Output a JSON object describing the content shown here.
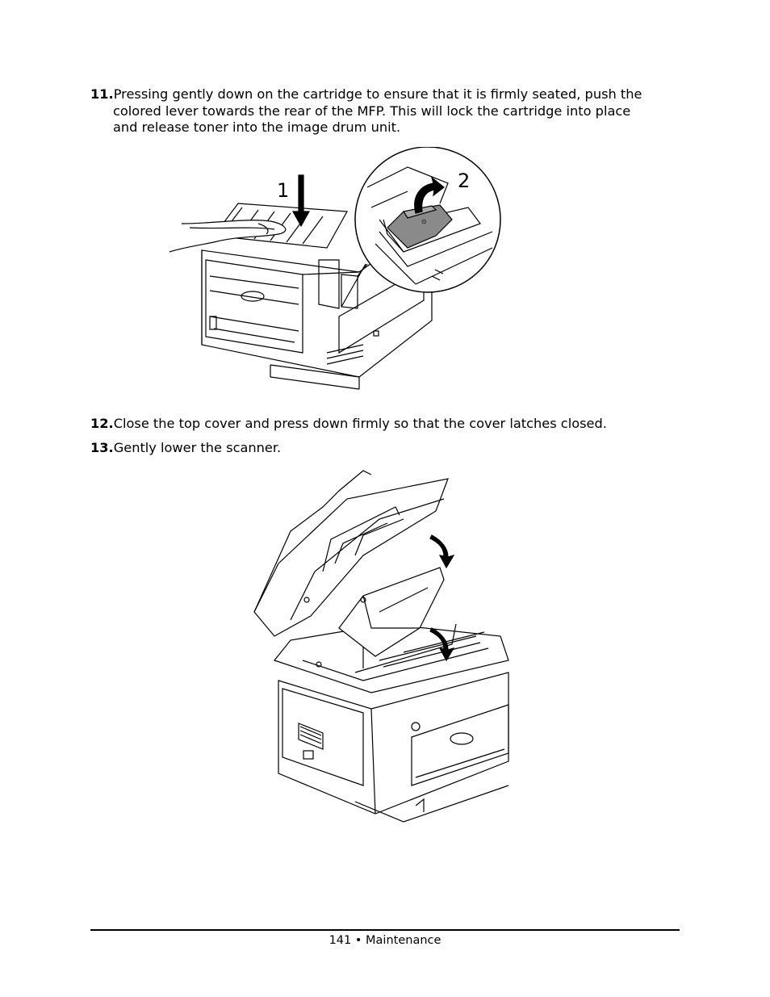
{
  "steps": [
    {
      "number": "11.",
      "line1": "Pressing gently down on the cartridge to ensure that it is firmly seated, push the",
      "line2": "colored lever towards the rear of the MFP. This will lock the cartridge into place",
      "line3": "and release toner into the image drum unit."
    },
    {
      "number": "12.",
      "text": "Close the top cover and press down firmly so that the cover latches closed."
    },
    {
      "number": "13.",
      "text": "Gently lower the scanner."
    }
  ],
  "figure1": {
    "callout_1": "1",
    "callout_2": "2"
  },
  "footer": {
    "page": "141",
    "separator": "•",
    "section": "Maintenance"
  }
}
